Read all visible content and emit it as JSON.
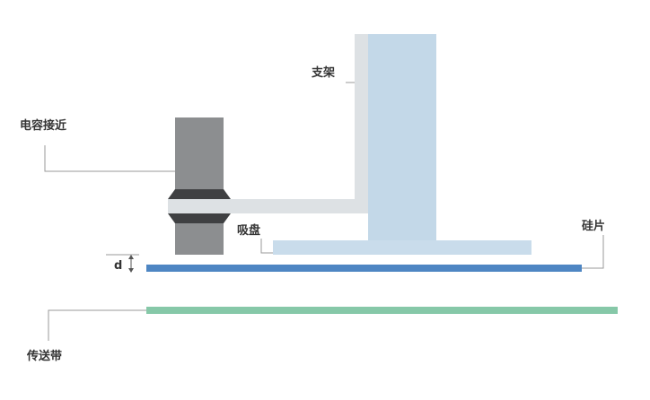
{
  "labels": {
    "bracket": "支架",
    "capacitive_sensor": "电容接近",
    "suction_cup": "吸盘",
    "wafer": "硅片",
    "gap": "d",
    "conveyor": "传送带"
  },
  "colors": {
    "bracket": "#dde1e4",
    "suction_column": "#c3d8e8",
    "suction_cup": "#c9dceb",
    "sensor_body": "#8c8e90",
    "sensor_band": "#3f4042",
    "wafer": "#4e86c3",
    "conveyor": "#86c8a8",
    "leader_line": "#9a9a9a",
    "label_text": "#333333"
  }
}
